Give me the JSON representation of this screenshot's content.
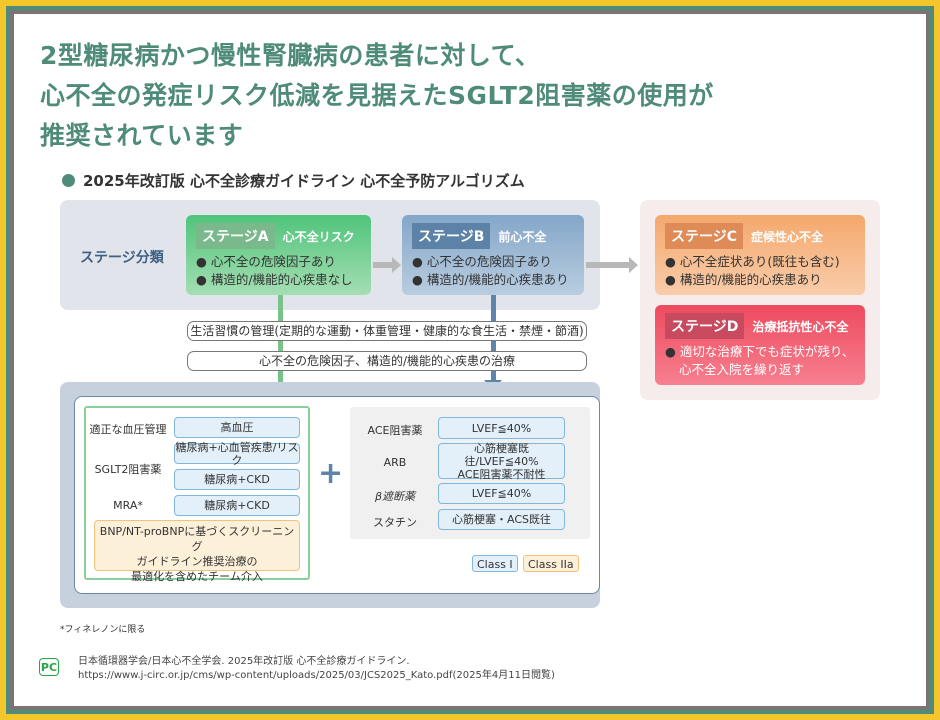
{
  "title": {
    "line1": "2型糖尿病かつ慢性腎臓病の患者に対して、",
    "line2": "心不全の発症リスク低減を見据えたSGLT2阻害薬の使用が",
    "line3": "推奨されています"
  },
  "subtitle": "2025年改訂版 心不全診療ガイドライン 心不全予防アルゴリズム",
  "stage_label": "ステージ分類",
  "stages": [
    {
      "tag": "ステージA",
      "name": "心不全リスク",
      "items": [
        "心不全の危険因子あり",
        "構造的/機能的心疾患なし"
      ]
    },
    {
      "tag": "ステージB",
      "name": "前心不全",
      "items": [
        "心不全の危険因子あり",
        "構造的/機能的心疾患あり"
      ]
    },
    {
      "tag": "ステージC",
      "name": "症候性心不全",
      "items": [
        "心不全症状あり(既往も含む)",
        "構造的/機能的心疾患あり"
      ]
    },
    {
      "tag": "ステージD",
      "name": "治療抵抗性心不全",
      "items": [
        "適切な治療下でも症状が残り、",
        "心不全入院を繰り返す"
      ]
    }
  ],
  "pills": [
    "生活習慣の管理(定期的な運動・体重管理・健康的な食生活・禁煙・節酒)",
    "心不全の危険因子、構造的/機能的心疾患の治療"
  ],
  "left_treatments": {
    "rows": [
      {
        "label": "適正な血圧管理",
        "boxes": [
          "高血圧"
        ]
      },
      {
        "label": "SGLT2阻害薬",
        "boxes": [
          "糖尿病+心血管疾患/リスク",
          "糖尿病+CKD"
        ]
      },
      {
        "label": "MRA*",
        "boxes": [
          "糖尿病+CKD"
        ]
      }
    ],
    "team": [
      "BNP/NT-proBNPに基づくスクリーニング",
      "ガイドライン推奨治療の",
      "最適化を含めたチーム介入"
    ]
  },
  "plus_icon": "+",
  "right_treatments": [
    {
      "label": "ACE阻害薬",
      "box": [
        "LVEF≦40%"
      ]
    },
    {
      "label": "ARB",
      "box": [
        "心筋梗塞既往/LVEF≦40%",
        "ACE阻害薬不耐性"
      ]
    },
    {
      "label": "β遮断薬",
      "box": [
        "LVEF≦40%"
      ]
    },
    {
      "label": "スタチン",
      "box": [
        "心筋梗塞・ACS既往"
      ]
    }
  ],
  "legend": {
    "class1": "Class I",
    "class2a": "Class IIa"
  },
  "footnote": "*フィネレノンに限る",
  "reference": {
    "icon": "PC",
    "line1": "日本循環器学会/日本心不全学会. 2025年改訂版 心不全診療ガイドライン.",
    "line2": "https://www.j-circ.or.jp/cms/wp-content/uploads/2025/03/JCS2025_Kato.pdf(2025年4月11日閲覧)"
  },
  "colors": {
    "brand": "#4f8b79",
    "stageA": "#4fc47a",
    "stageB": "#84a6c8",
    "stageC": "#f4a86c",
    "stageD": "#ee4a5f",
    "frame": "#f3c62e"
  }
}
